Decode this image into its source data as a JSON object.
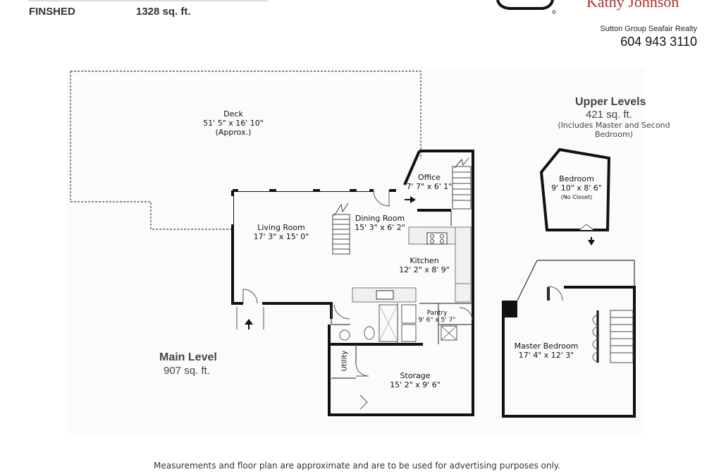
{
  "header": {
    "finished_label": "FINSHED",
    "finished_area": "1328 sq. ft.",
    "agent_name": "Kathy Johnson",
    "agency": "Sutton Group Seafair Realty",
    "phone": "604 943 3110"
  },
  "main_level": {
    "title": "Main Level",
    "area": "907 sq. ft.",
    "rooms": {
      "deck": {
        "name": "Deck",
        "dims": "51' 5\" x 16' 10\"",
        "note": "(Approx.)"
      },
      "office": {
        "name": "Office",
        "dims": "7' 7\" x 6' 1\""
      },
      "dining": {
        "name": "Dining Room",
        "dims": "15' 3\" x 6' 2\""
      },
      "living": {
        "name": "Living Room",
        "dims": "17' 3\" x 15' 0\""
      },
      "kitchen": {
        "name": "Kitchen",
        "dims": "12' 2\" x 8' 9\""
      },
      "pantry": {
        "name": "Pantry",
        "dims": "9' 6\" x 5' 7\""
      },
      "utility": {
        "name": "Utility"
      },
      "storage": {
        "name": "Storage",
        "dims": "15' 2\" x 9' 6\""
      }
    }
  },
  "upper_levels": {
    "title": "Upper Levels",
    "area": "421 sq. ft.",
    "note": "(Includes Master and Second Bedroom)",
    "rooms": {
      "bedroom": {
        "name": "Bedroom",
        "dims": "9' 10\" x 8' 6\"",
        "note": "(No Closet)"
      },
      "master": {
        "name": "Master Bedroom",
        "dims": "17' 4\" x 12' 3\""
      }
    }
  },
  "footer": {
    "disclaimer": "Measurements and floor plan are approximate and are to be used for advertising purposes only."
  }
}
